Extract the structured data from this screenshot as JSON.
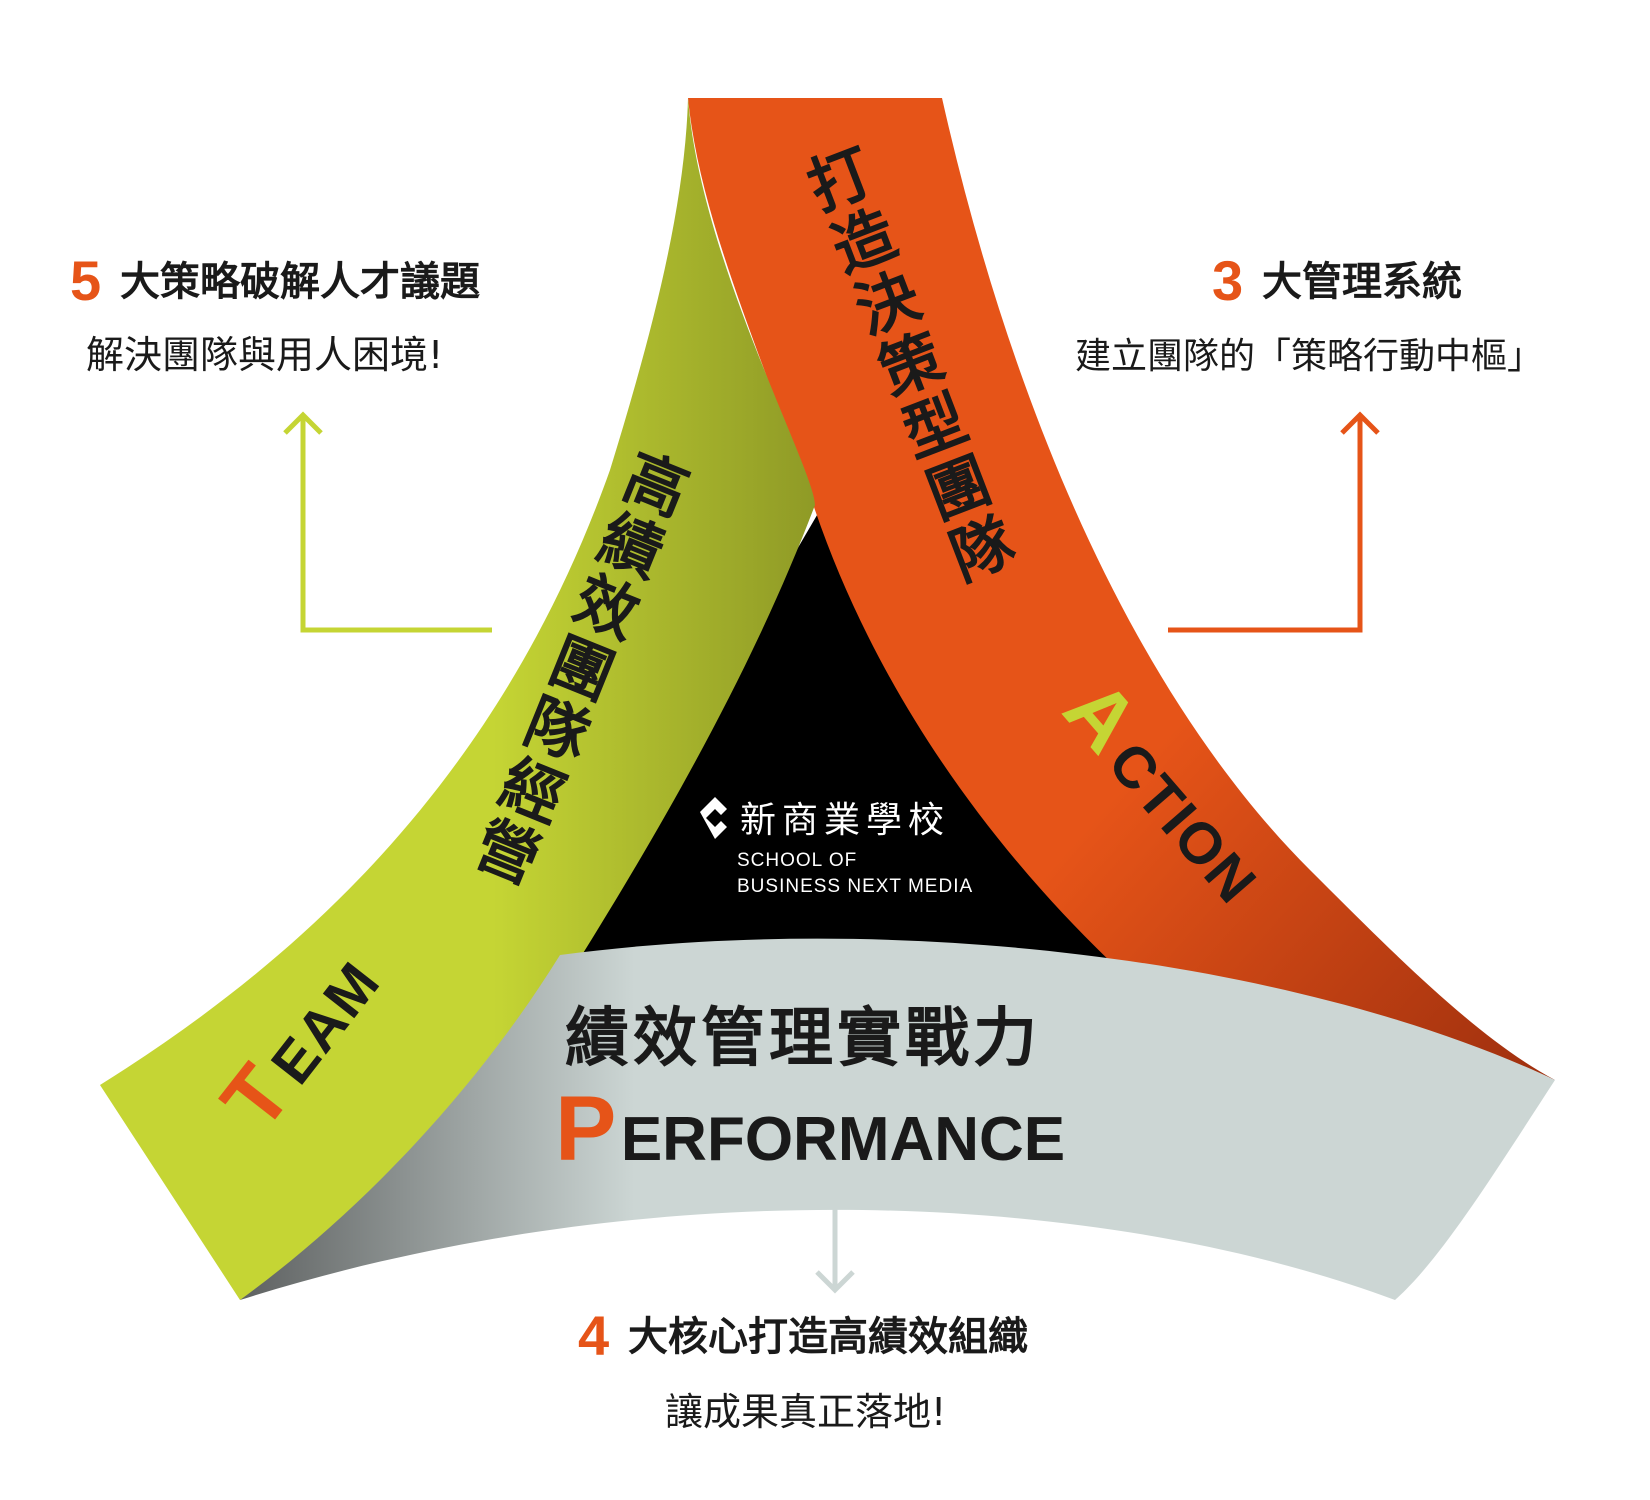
{
  "colors": {
    "green": "#c5d534",
    "green_dark": "#8f9a26",
    "orange": "#e65418",
    "orange_dark": "#9e2f0e",
    "grey": "#ccd6d4",
    "grey_dark": "#6f7272",
    "black": "#000000",
    "text": "#1a1a1a"
  },
  "top_left": {
    "number": "5",
    "title": "大策略破解人才議題",
    "subtitle": "解決團隊與用人困境!"
  },
  "top_right": {
    "number": "3",
    "title": "大管理系統",
    "subtitle": "建立團隊的「策略行動中樞」"
  },
  "bottom": {
    "number": "4",
    "title": "大核心打造高績效組織",
    "subtitle": "讓成果真正落地!"
  },
  "band_team": {
    "heading_chars": [
      "高",
      "績",
      "效",
      "團",
      "隊",
      "經",
      "營"
    ],
    "initial": "T",
    "rest": "EAM"
  },
  "band_action": {
    "heading_chars": [
      "打",
      "造",
      "決",
      "策",
      "型",
      "團",
      "隊"
    ],
    "initial": "A",
    "rest": "CTION"
  },
  "band_performance": {
    "heading": "績效管理實戰力",
    "initial": "P",
    "rest": "ERFORMANCE"
  },
  "logo": {
    "name": "新商業學校",
    "line1": "SCHOOL OF",
    "line2": "BUSINESS NEXT MEDIA",
    "icon": "diamond-chevron-icon"
  }
}
